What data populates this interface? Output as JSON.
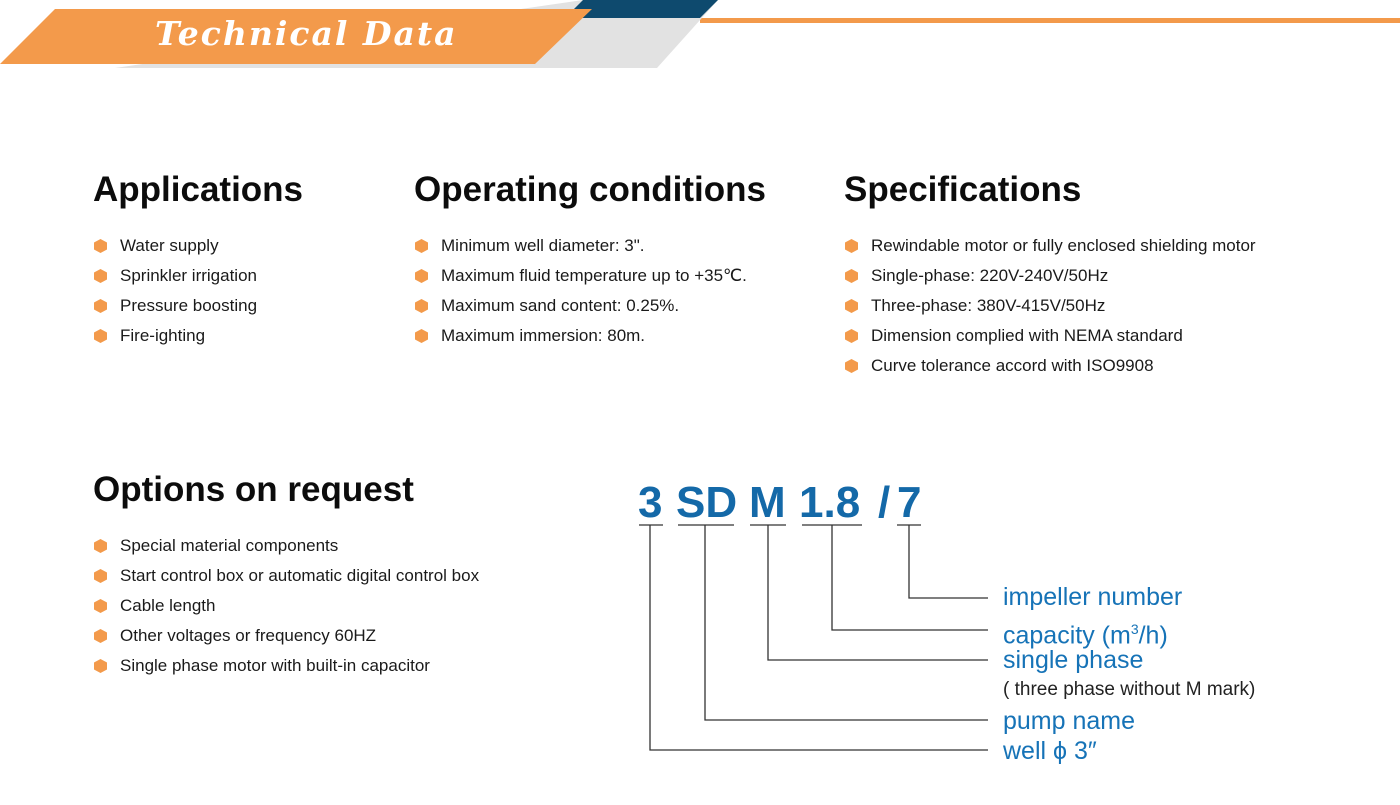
{
  "header": {
    "title": "Technical Data",
    "colors": {
      "orange": "#f39a4b",
      "navy": "#0e4a6e",
      "grey": "#e2e2e2"
    }
  },
  "applications": {
    "heading": "Applications",
    "items": [
      "Water supply",
      "Sprinkler irrigation",
      "Pressure boosting",
      "Fire-ighting"
    ]
  },
  "operating_conditions": {
    "heading": "Operating conditions",
    "items": [
      "Minimum well diameter: 3\".",
      "Maximum fluid temperature up to +35℃.",
      "Maximum sand content: 0.25%.",
      "Maximum immersion: 80m."
    ]
  },
  "specifications": {
    "heading": "Specifications",
    "items": [
      "Rewindable motor or fully enclosed shielding motor",
      "Single-phase: 220V-240V/50Hz",
      "Three-phase: 380V-415V/50Hz",
      "Dimension complied with NEMA standard",
      "Curve tolerance accord with ISO9908"
    ]
  },
  "options": {
    "heading": "Options on request",
    "items": [
      "Special material components",
      "Start control box or automatic digital control box",
      "Cable length",
      "Other voltages or frequency 60HZ",
      "Single phase motor with built-in capacitor"
    ]
  },
  "model_code": {
    "parts": [
      "3",
      "SD",
      "M",
      "1.8",
      "/",
      "7"
    ],
    "labels": {
      "impeller": "impeller number",
      "capacity": "capacity (m",
      "capacity_sup": "3",
      "capacity_end": "/h)",
      "phase": "single phase",
      "phase_note": "( three phase without M mark)",
      "pump": "pump name",
      "well": "well ϕ 3″"
    },
    "color": "#1469a8"
  }
}
